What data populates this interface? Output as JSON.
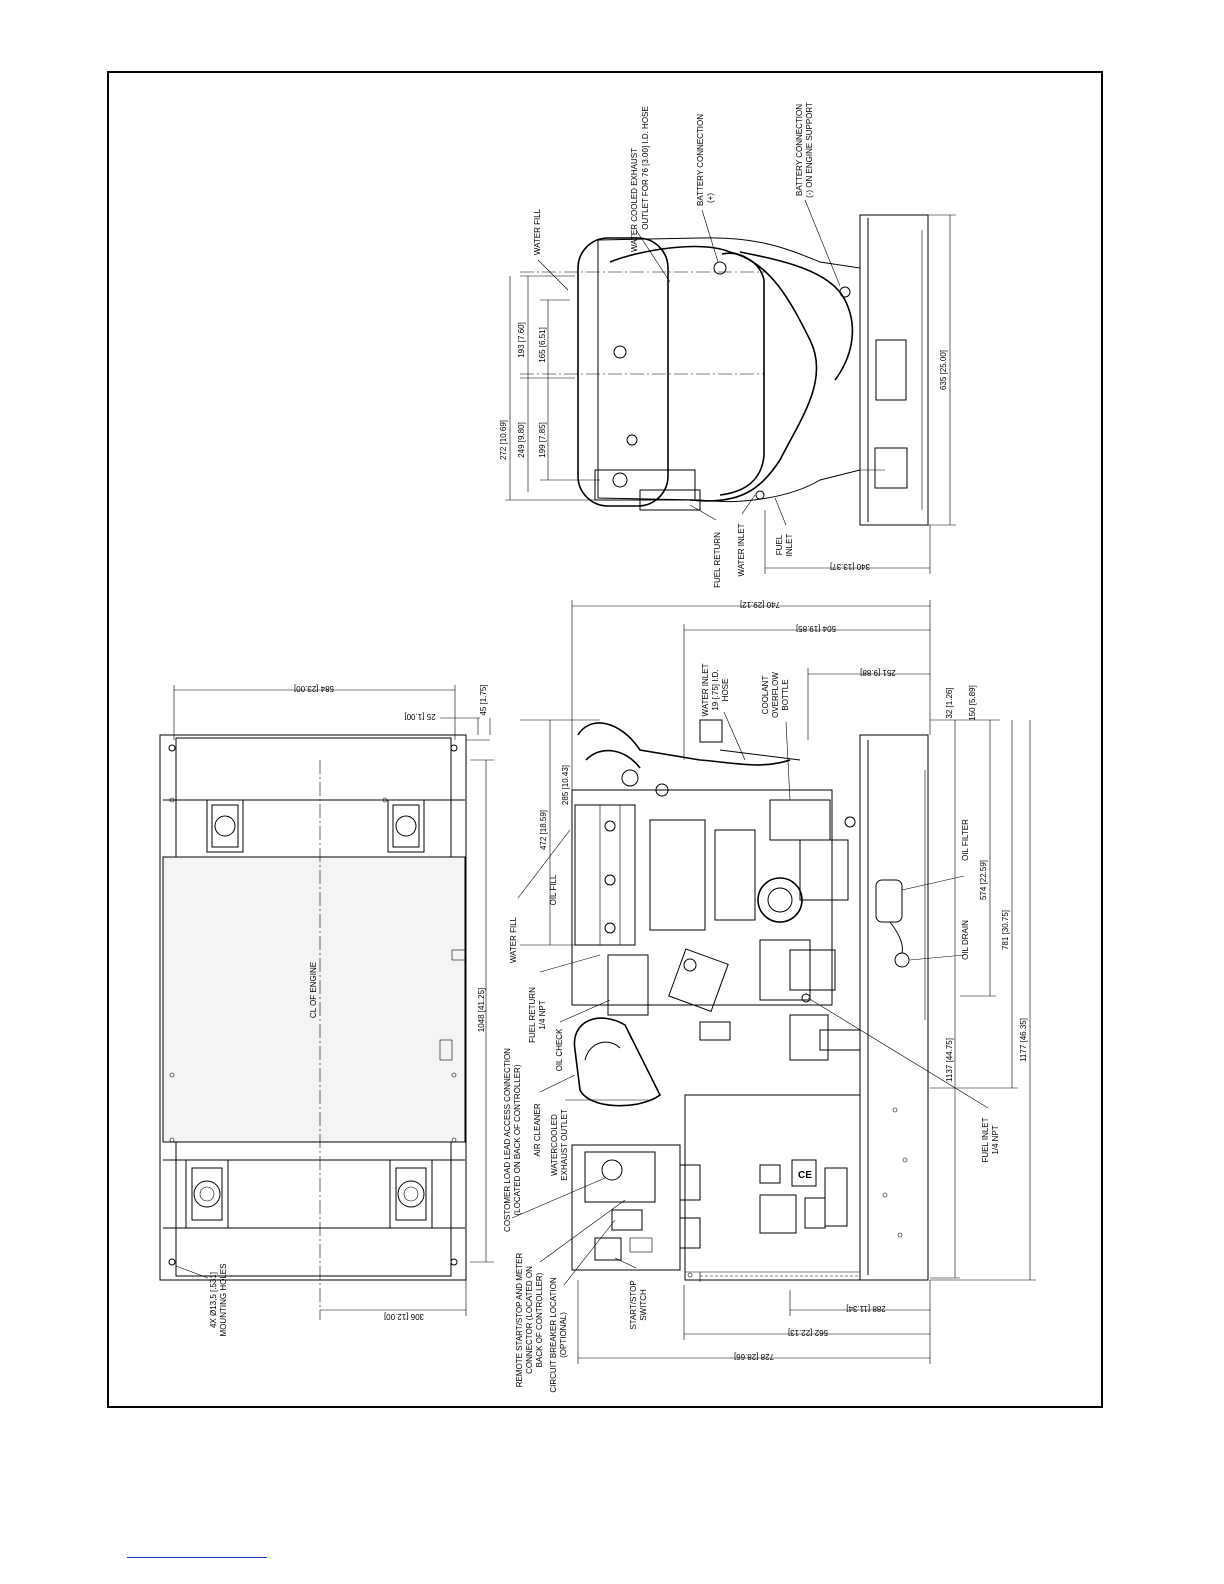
{
  "top_view": {
    "labels": {
      "mounting_holes_1": "4X  Ø13,5 [.531]",
      "mounting_holes_2": "MOUNTING HOLES",
      "cl_engine": "CL OF ENGINE"
    },
    "dims": {
      "width": "584 [23.00]",
      "offset_25": "25 [1.00]",
      "offset_45": "45 [1.75]",
      "length": "1048 [41.25]",
      "hole_306": "306 [12.00]"
    }
  },
  "side_view": {
    "labels": {
      "water_inlet_1": "WATER INLET",
      "water_inlet_2": "19 [.75] I.D.",
      "water_inlet_3": "HOSE",
      "coolant_1": "COOLANT",
      "coolant_2": "OVERFLOW",
      "coolant_3": "BOTTLE",
      "water_fill": "WATER FILL",
      "oil_fill": "OIL FILL",
      "oil_filter": "OIL FILTER",
      "oil_drain": "OIL DRAIN",
      "fuel_return_1": "FUEL RETURN",
      "fuel_return_2": "1/4 NPT",
      "oil_check": "OIL CHECK",
      "customer_load_1": "COSTOMER LOAD LEAD ACCESS CONNECTION",
      "customer_load_2": "(LOCATED ON BACK OF CONTROLLER)",
      "air_cleaner": "AIR CLEANER",
      "watercooled_1": "WATERCOOLED",
      "watercooled_2": "EXHAUST OUTLET",
      "remote_1": "REMOTE START/STOP AND METER",
      "remote_2": "CONNECTOR (LOCATED ON",
      "remote_3": "BACK OF CONTROLLER)",
      "breaker_1": "CIRCUIT BREAKER LOCATION",
      "breaker_2": "(OPTIONAL)",
      "startstop_1": "START/STOP",
      "startstop_2": "SWITCH",
      "fuel_inlet_1": "FUEL INLET",
      "fuel_inlet_2": "1/4 NPT"
    },
    "dims": {
      "d740": "740 [29.12]",
      "d504": "504 [19.85]",
      "d251": "251 [9.88]",
      "d32": "32 [1.26]",
      "d150": "150 [5.89]",
      "d285": "285 [10.43]",
      "d472": "472 [18.59]",
      "d574": "574 [22.59]",
      "d781": "781 [30.75]",
      "d1137": "1137 [44.75]",
      "d1177": "1177 [46.35]",
      "d288": "288 [11.34]",
      "d562": "562 [22.13]",
      "d728": "728 [28.66]"
    }
  },
  "end_view": {
    "labels": {
      "exhaust_1": "WATER COOLED EXHAUST",
      "exhaust_2": "OUTLET FOR 76 [3.00] I.D. HOSE",
      "batt_pos_1": "BATTERY CONNECTION",
      "batt_pos_2": "(+)",
      "batt_neg_1": "BATTERY CONNECTION",
      "batt_neg_2": "(-) ON ENGINE SUPPORT",
      "water_fill": "WATER FILL",
      "fuel_return": "FUEL RETURN",
      "water_inlet": "WATER INLET",
      "fuel_inlet_1": "FUEL",
      "fuel_inlet_2": "INLET"
    },
    "dims": {
      "d193": "193 [7.60]",
      "d165": "165 [6.51]",
      "d272": "272 [10.69]",
      "d249": "249 [9.80]",
      "d199": "199 [7.85]",
      "d635": "635 [25.00]",
      "d340": "340 [13.37]"
    }
  }
}
